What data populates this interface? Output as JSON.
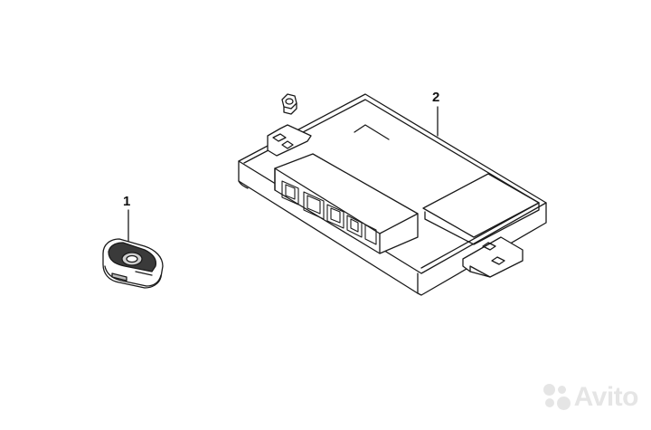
{
  "diagram": {
    "callouts": [
      {
        "id": "1",
        "label": "1"
      },
      {
        "id": "2",
        "label": "2"
      }
    ],
    "stroke_color": "#1a1a1a",
    "background": "#ffffff"
  },
  "watermark": {
    "text": "Avito",
    "color": "#e3e3e3"
  }
}
